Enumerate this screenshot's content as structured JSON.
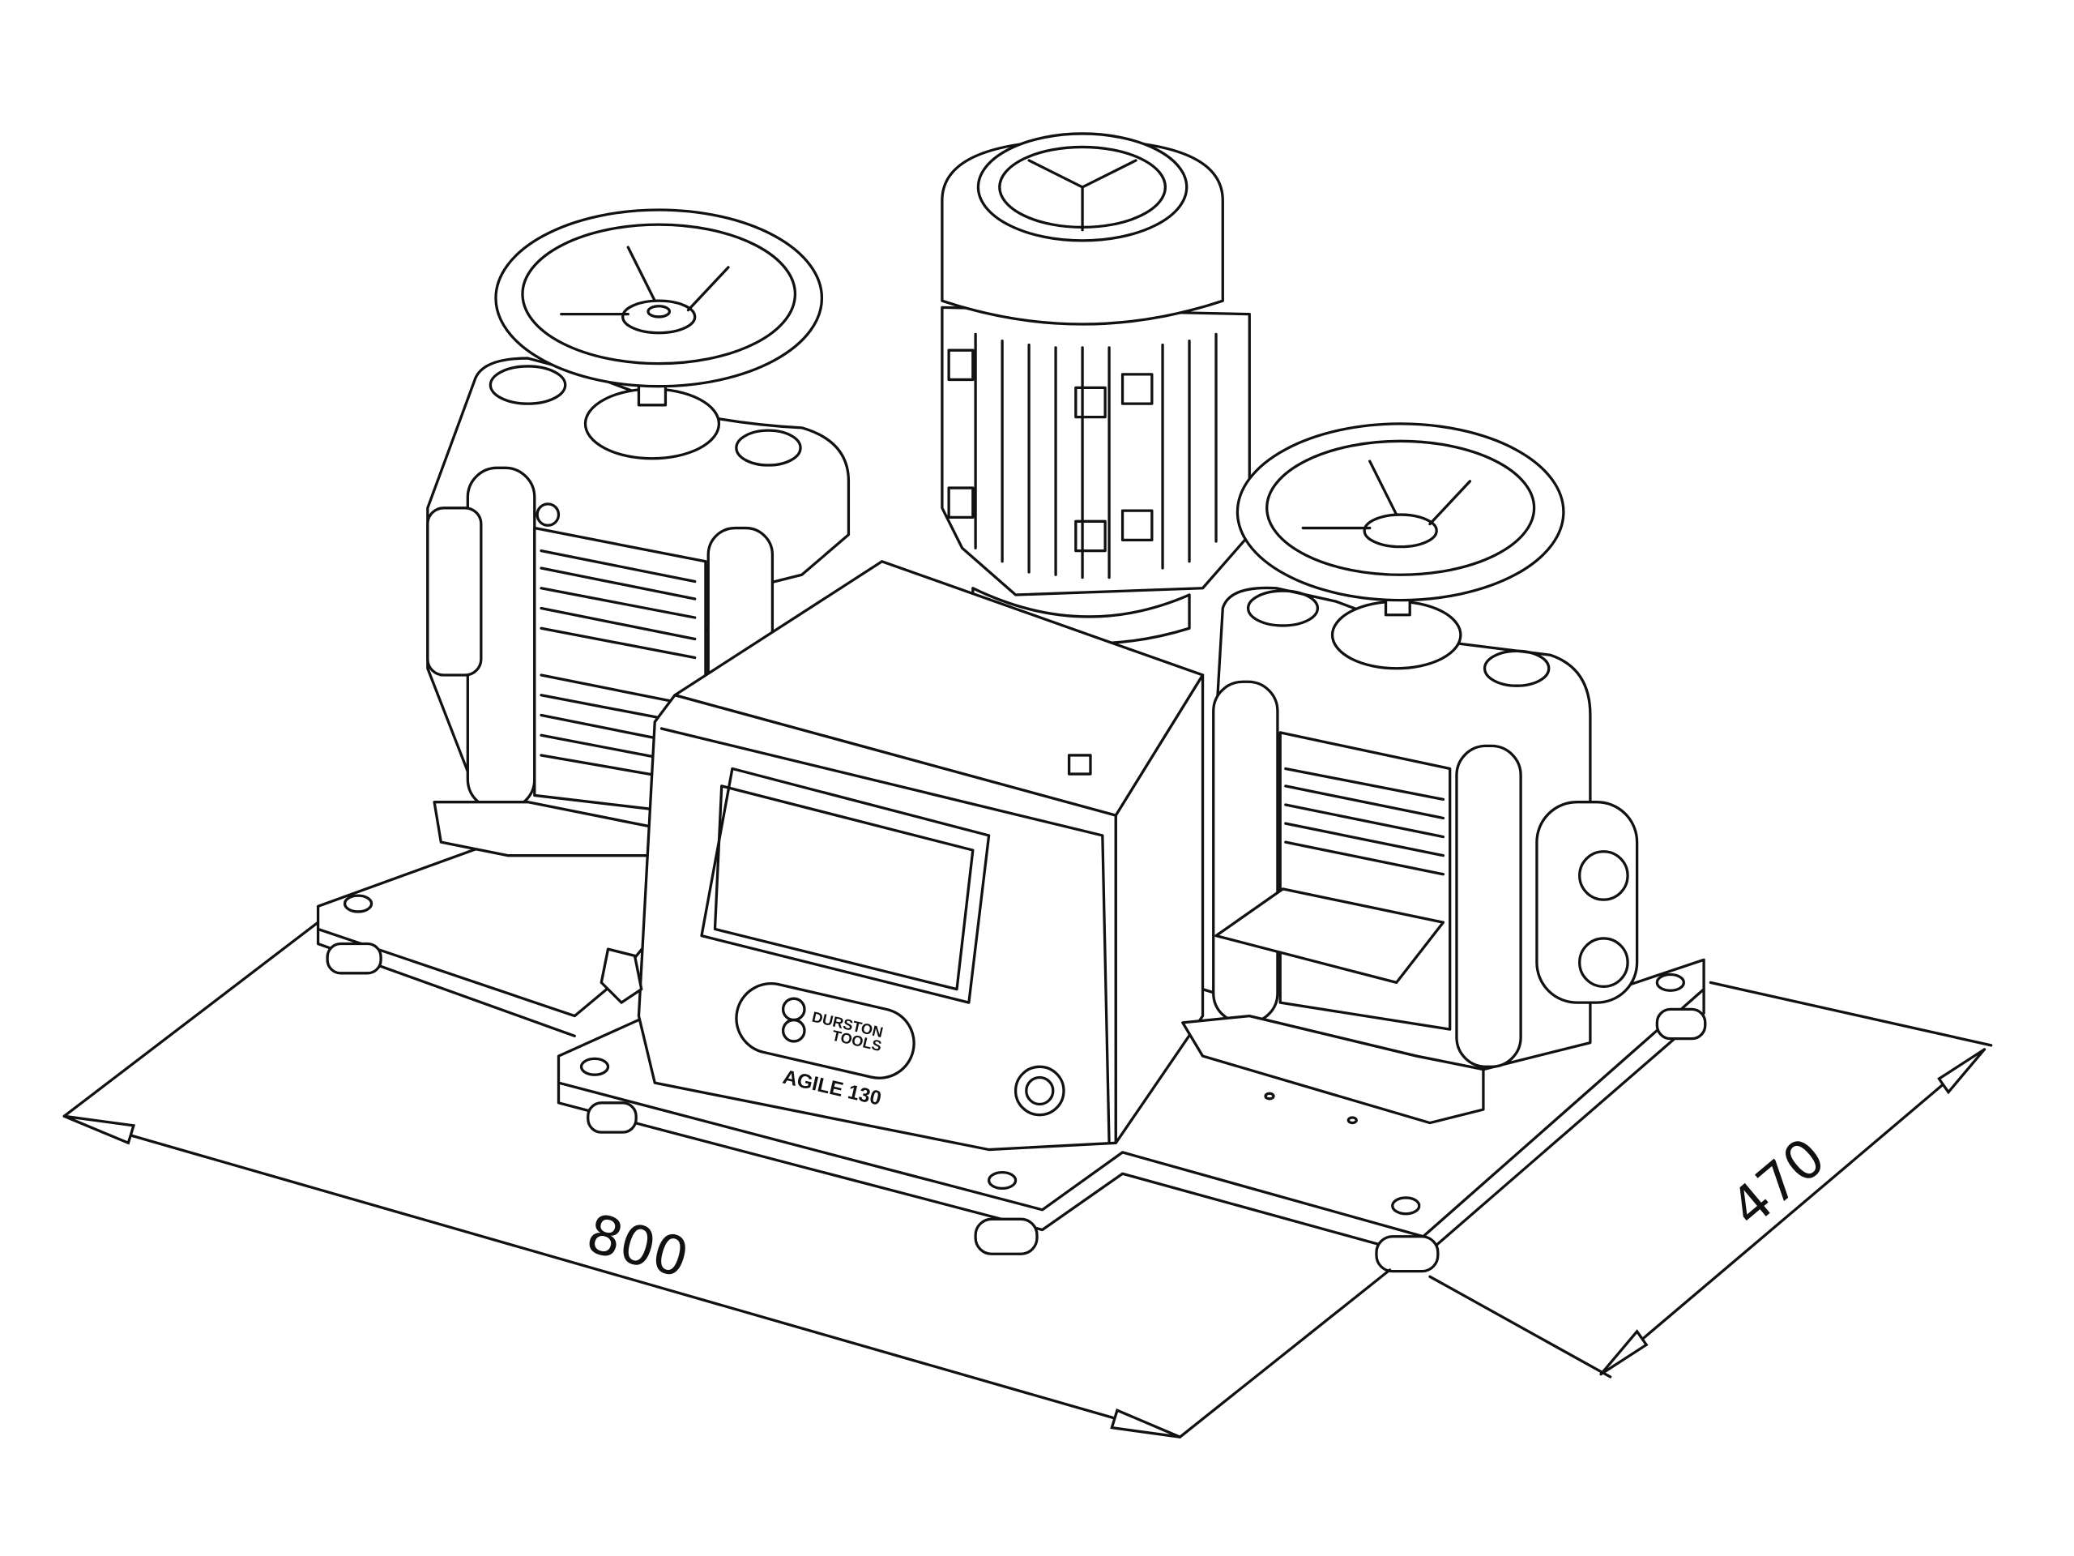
{
  "dimensions": {
    "width_label": "800",
    "depth_label": "470"
  },
  "branding": {
    "logo_line1": "DURSTON",
    "logo_line2": "TOOLS",
    "model": "AGILE 130"
  },
  "colors": {
    "line": "#111111",
    "background": "#ffffff"
  }
}
